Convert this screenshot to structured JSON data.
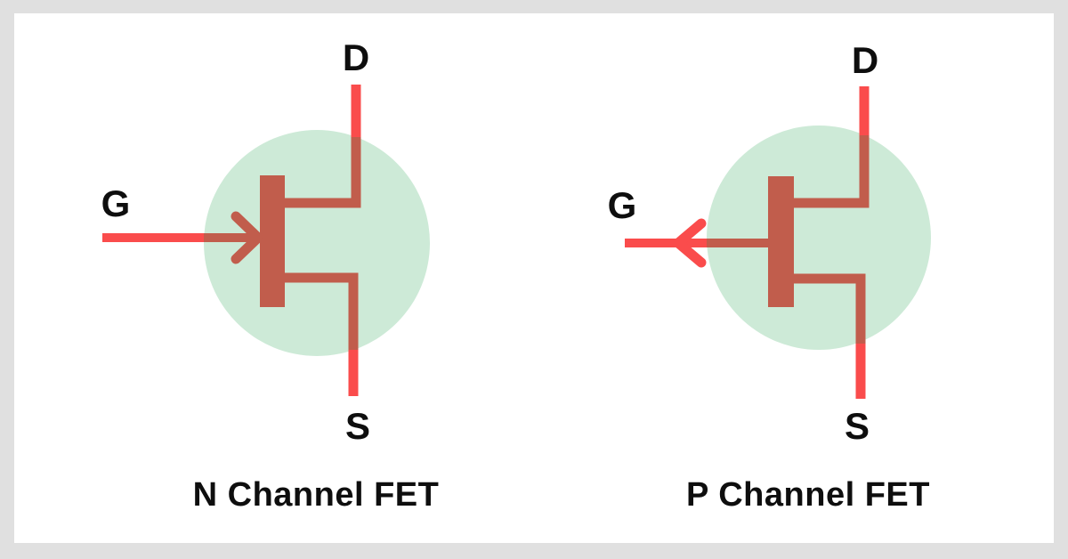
{
  "colors": {
    "frame_bg": "#E0E0E0",
    "panel_bg": "#FFFFFF",
    "red": "#FA4C4C",
    "brown": "#C15D4C",
    "mint": "#CDEAD7",
    "text": "#0E0E0E"
  },
  "n_fet": {
    "title": "N Channel FET",
    "drain_label": "D",
    "gate_label": "G",
    "source_label": "S",
    "arrow_direction": "into gate"
  },
  "p_fet": {
    "title": "P Channel FET",
    "drain_label": "D",
    "gate_label": "G",
    "source_label": "S",
    "arrow_direction": "out of gate"
  }
}
